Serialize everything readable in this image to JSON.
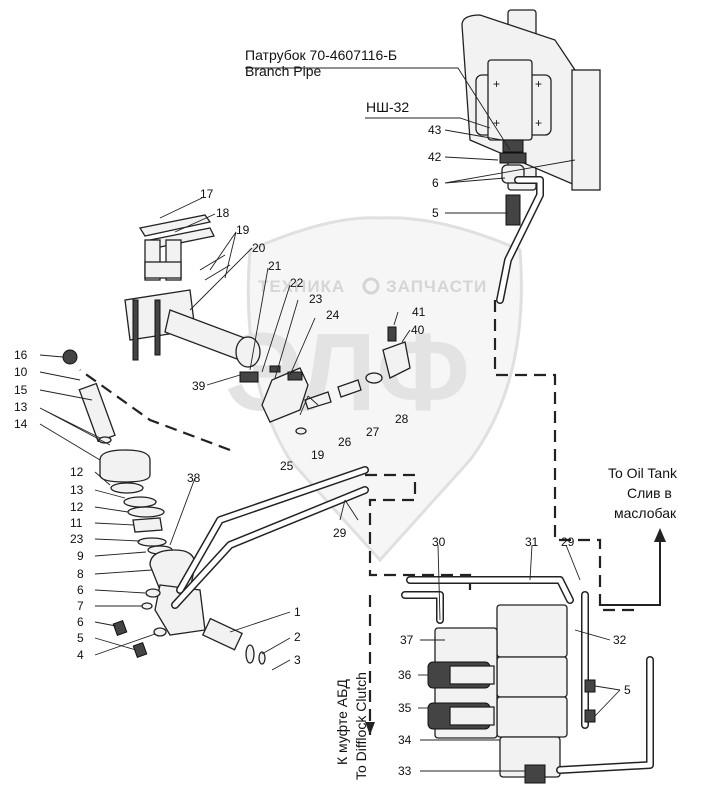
{
  "captions": {
    "branch_pipe_ru": "Патрубок 70-4607116-Б",
    "branch_pipe_en": "Branch Pipe",
    "pump": "НШ-32",
    "oil_tank_en": "To Oil Tank",
    "oil_tank_ru_1": "Слив в",
    "oil_tank_ru_2": "маслобак",
    "clutch_ru": "К муфте АБД",
    "clutch_en": "To Difflock Clutch"
  },
  "watermark": {
    "top_left": "ТЕХНИКА",
    "top_right": "ЗАПЧАСТИ",
    "big": "ЭЛФ"
  },
  "callouts": {
    "n43": "43",
    "n42": "42",
    "n6_top": "6",
    "n5_top": "5",
    "n17": "17",
    "n18": "18",
    "n19_top": "19",
    "n20": "20",
    "n21": "21",
    "n22": "22",
    "n23": "23",
    "n24": "24",
    "n41": "41",
    "n40": "40",
    "n39": "39",
    "n16": "16",
    "n10": "10",
    "n15": "15",
    "n13_a": "13",
    "n14": "14",
    "n28": "28",
    "n27": "27",
    "n26": "26",
    "n25": "25",
    "n19_mid": "19",
    "n12_a": "12",
    "n13_b": "13",
    "n12_b": "12",
    "n11": "11",
    "n23_b": "23",
    "n9": "9",
    "n8": "8",
    "n6_b": "6",
    "n7": "7",
    "n6_c": "6",
    "n5_b": "5",
    "n4": "4",
    "n38": "38",
    "n29_a": "29",
    "n1": "1",
    "n2": "2",
    "n3": "3",
    "n30": "30",
    "n31": "31",
    "n29_b": "29",
    "n32": "32",
    "n37": "37",
    "n36": "36",
    "n35": "35",
    "n34": "34",
    "n33": "33",
    "n5_c": "5"
  }
}
